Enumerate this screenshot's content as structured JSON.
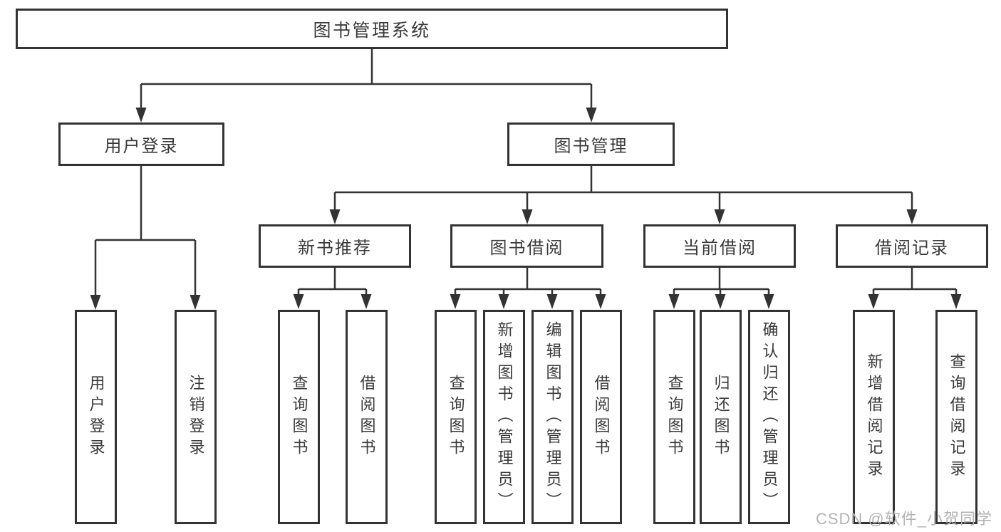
{
  "page": {
    "background_color": "#ffffff",
    "line_color": "#333333",
    "box_border_color": "#333333",
    "text_color": "#3a3a3a"
  },
  "watermark": {
    "text": "CSDN @软件_小贺同学",
    "color": "#b3b3b3"
  },
  "diagram": {
    "type": "hierarchy-tree",
    "root": {
      "label": "图书管理系统"
    },
    "level2": [
      {
        "label": "用户登录"
      },
      {
        "label": "图书管理"
      }
    ],
    "level3": [
      {
        "label": "新书推荐"
      },
      {
        "label": "图书借阅"
      },
      {
        "label": "当前借阅"
      },
      {
        "label": "借阅记录"
      }
    ],
    "leaves": {
      "user_login": [
        {
          "label": "用户登录"
        },
        {
          "label": "注销登录"
        }
      ],
      "new_book": [
        {
          "label": "查询图书"
        },
        {
          "label": "借阅图书"
        }
      ],
      "book_borrow": [
        {
          "label": "查询图书"
        },
        {
          "label": "新增图书（管理员）"
        },
        {
          "label": "编辑图书（管理员）"
        },
        {
          "label": "借阅图书"
        }
      ],
      "current_borrow": [
        {
          "label": "查询图书"
        },
        {
          "label": "归还图书"
        },
        {
          "label": "确认归还（管理员）"
        }
      ],
      "borrow_records": [
        {
          "label": "新增借阅记录"
        },
        {
          "label": "查询借阅记录"
        }
      ]
    }
  }
}
